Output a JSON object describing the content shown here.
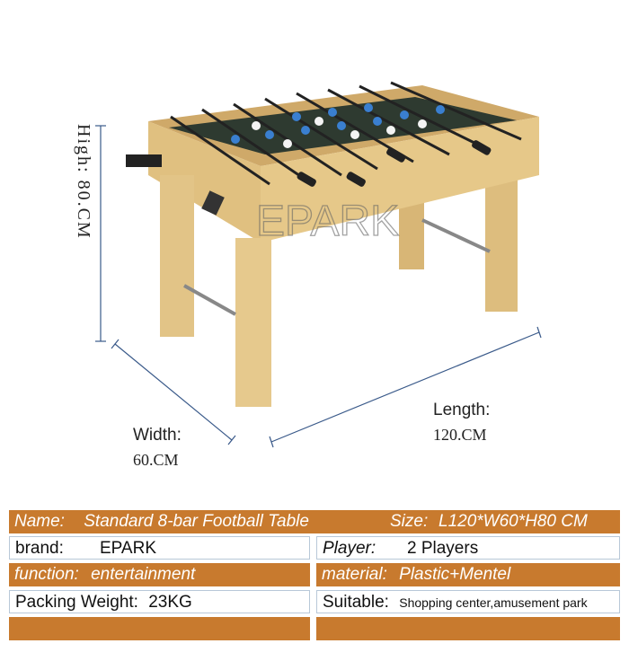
{
  "watermark": "EPARK",
  "dimensions": {
    "high_label": "High:",
    "high_value": "80.CM",
    "width_label": "Width:",
    "width_value": "60.CM",
    "length_label": "Length:",
    "length_value": "120.CM"
  },
  "specs": {
    "name_key": "Name:",
    "name_value": "Standard 8-bar Football Table",
    "size_key": "Size:",
    "size_value": "L120*W60*H80 CM",
    "brand_key": "brand:",
    "brand_value": "EPARK",
    "player_key": "Player:",
    "player_value": "2 Players",
    "function_key": "function:",
    "function_value": "entertainment",
    "material_key": "material:",
    "material_value": "Plastic+Mentel",
    "weight_key": "Packing Weight:",
    "weight_value": "23KG",
    "suitable_key": "Suitable:",
    "suitable_value": "Shopping center,amusement park"
  },
  "colors": {
    "row_orange": "#c87a2e",
    "wood": "#e2c487",
    "wood_dark": "#c9a468",
    "dim_line": "#3a5a8a"
  }
}
